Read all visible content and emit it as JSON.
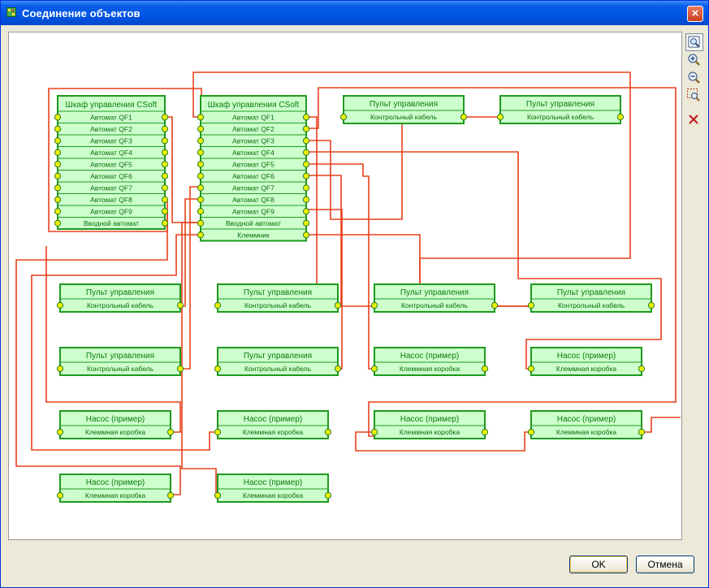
{
  "window": {
    "title": "Соединение объектов"
  },
  "buttons": {
    "ok": "OK",
    "cancel": "Отмена",
    "close": "×"
  },
  "toolbar": [
    {
      "name": "zoom-fit-icon"
    },
    {
      "name": "zoom-in-icon"
    },
    {
      "name": "zoom-out-icon"
    },
    {
      "name": "zoom-select-icon"
    },
    {
      "name": "delete-link-icon"
    }
  ],
  "colors": {
    "box_fill": "#ccffcc",
    "box_border": "#1f9a1f",
    "text": "#0a6a0a",
    "port": "#e8f000",
    "wire": "#e8401a"
  },
  "diagram": {
    "blocks": [
      {
        "id": "cab1",
        "title": "Шкаф управления CSoft",
        "rows": [
          "Автомат QF1",
          "Автомат QF2",
          "Автомат QF3",
          "Автомат QF4",
          "Автомат QF5",
          "Автомат QF6",
          "Автомат QF7",
          "Автомат QF8",
          "Автомат QF9",
          "Вводной автомат"
        ]
      },
      {
        "id": "cab2",
        "title": "Шкаф управления CSoft",
        "rows": [
          "Автомат QF1",
          "Автомат QF2",
          "Автомат QF3",
          "Автомат QF4",
          "Автомат QF5",
          "Автомат QF6",
          "Автомат QF7",
          "Автомат QF8",
          "Автомат QF9",
          "Вводной автомат",
          "Клеммник"
        ]
      },
      {
        "id": "p1",
        "title": "Пульт управления",
        "rows": [
          "Контрольный кабель"
        ]
      },
      {
        "id": "p2",
        "title": "Пульт управления",
        "rows": [
          "Контрольный кабель"
        ]
      },
      {
        "id": "p3",
        "title": "Пульт управления",
        "rows": [
          "Контрольный кабель"
        ]
      },
      {
        "id": "p4",
        "title": "Пульт управления",
        "rows": [
          "Контрольный кабель"
        ]
      },
      {
        "id": "p5",
        "title": "Пульт управления",
        "rows": [
          "Контрольный кабель"
        ]
      },
      {
        "id": "p6",
        "title": "Пульт управления",
        "rows": [
          "Контрольный кабель"
        ]
      },
      {
        "id": "p7",
        "title": "Пульт управления",
        "rows": [
          "Контрольный кабель"
        ]
      },
      {
        "id": "p8",
        "title": "Пульт управления",
        "rows": [
          "Контрольный кабель"
        ]
      },
      {
        "id": "n1",
        "title": "Насос (пример)",
        "rows": [
          "Клеммная коробка"
        ]
      },
      {
        "id": "n2",
        "title": "Насос (пример)",
        "rows": [
          "Клеммная коробка"
        ]
      },
      {
        "id": "n3",
        "title": "Насос (пример)",
        "rows": [
          "Клеммная коробка"
        ]
      },
      {
        "id": "n4",
        "title": "Насос (пример)",
        "rows": [
          "Клеммная коробка"
        ]
      },
      {
        "id": "n5",
        "title": "Насос (пример)",
        "rows": [
          "Клеммная коробка"
        ]
      },
      {
        "id": "n6",
        "title": "Насос (пример)",
        "rows": [
          "Клеммная коробка"
        ]
      },
      {
        "id": "n7",
        "title": "Насос (пример)",
        "rows": [
          "Клеммная коробка"
        ]
      },
      {
        "id": "n8",
        "title": "Насос (пример)",
        "rows": [
          "Клеммная коробка"
        ]
      }
    ]
  }
}
